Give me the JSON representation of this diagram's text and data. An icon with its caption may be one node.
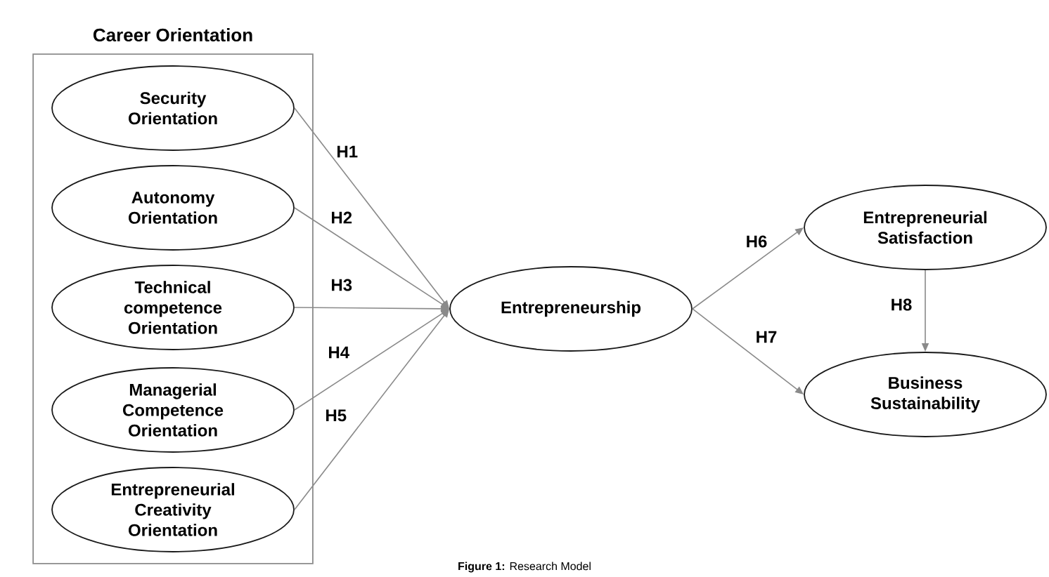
{
  "diagram": {
    "nodes": [
      {
        "text": [
          "Career Orientation"
        ]
      },
      {
        "text": [
          "Security Orientation"
        ],
        "in": 0
      },
      {
        "text": [
          "Autonomy Orientation"
        ],
        "in": 0
      },
      {
        "text": [
          "Technical competence Orientation"
        ],
        "in": 0
      },
      {
        "text": [
          "Managerial Competence Orientation"
        ],
        "in": 0
      },
      {
        "text": [
          "Entrepreneurial Creativity Orientation"
        ],
        "in": 0
      },
      {
        "text": [
          "Entrepreneurship"
        ]
      },
      {
        "text": [
          "Entrepreneurial Satisfaction"
        ]
      },
      {
        "text": [
          "Business Sustainability"
        ]
      }
    ],
    "edges": [
      {
        "from": 1,
        "to": 6,
        "arrow": "to",
        "label": "H1"
      },
      {
        "from": 2,
        "to": 6,
        "arrow": "to",
        "label": "H2"
      },
      {
        "from": 3,
        "to": 6,
        "arrow": "to",
        "label": "H3"
      },
      {
        "from": 4,
        "to": 6,
        "arrow": "to",
        "label": "H4"
      },
      {
        "from": 5,
        "to": 6,
        "arrow": "to",
        "label": "H5"
      },
      {
        "from": 6,
        "to": 7,
        "arrow": "to",
        "label": "H6"
      },
      {
        "from": 6,
        "to": 8,
        "arrow": "to",
        "label": "H7"
      },
      {
        "from": 7,
        "to": 8,
        "arrow": "to",
        "label": "H8"
      }
    ],
    "caption": "**Figure 1:** Research Model"
  }
}
